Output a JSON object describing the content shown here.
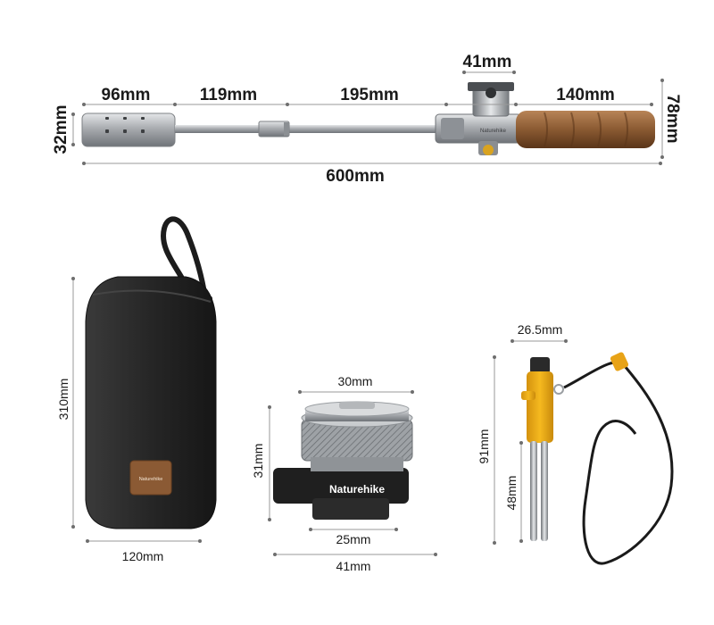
{
  "torch": {
    "dims": {
      "burner_length": "96mm",
      "tube_length": "119mm",
      "shaft_length": "195mm",
      "valve_width": "41mm",
      "handle_length": "140mm",
      "total_length": "600mm",
      "burner_diameter": "32mm",
      "height": "78mm"
    },
    "brand_mark": "Naturehike"
  },
  "case": {
    "dims": {
      "height": "310mm",
      "width": "120mm"
    },
    "brand_mark": "Naturehike"
  },
  "adapter": {
    "dims": {
      "top_diameter": "30mm",
      "height": "31mm",
      "bottom_diameter": "25mm",
      "base_width": "41mm"
    },
    "brand_label": "Naturehike"
  },
  "firestarter": {
    "dims": {
      "width": "26.5mm",
      "height": "91mm",
      "rod_length": "48mm"
    }
  },
  "colors": {
    "metal": "#b9bcbf",
    "wood": "#8a5a32",
    "case_black": "#262626",
    "badge_brown": "#8b5a34",
    "handle_yellow": "#f2b21a"
  }
}
